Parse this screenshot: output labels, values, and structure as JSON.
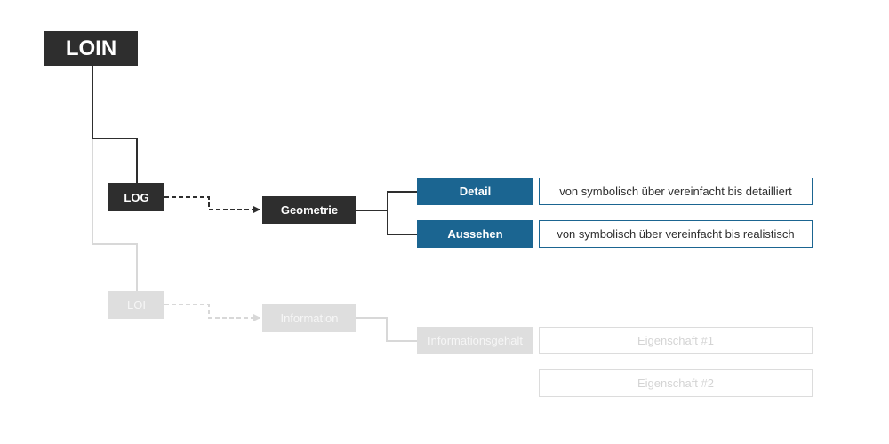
{
  "root": {
    "label": "LOIN"
  },
  "log": {
    "label": "LOG",
    "child": "Geometrie",
    "items": [
      {
        "label": "Detail",
        "description": "von symbolisch über vereinfacht bis detailliert"
      },
      {
        "label": "Aussehen",
        "description": "von symbolisch über vereinfacht bis realistisch"
      }
    ]
  },
  "loi": {
    "label": "LOI",
    "child": "Information",
    "item": "Informationsgehalt",
    "properties": [
      "Eigenschaft #1",
      "Eigenschaft #2"
    ]
  },
  "colors": {
    "dark": "#2e2e2e",
    "accent": "#1b6591",
    "faded": "#dedede",
    "faded_line": "#d8d8d8"
  }
}
